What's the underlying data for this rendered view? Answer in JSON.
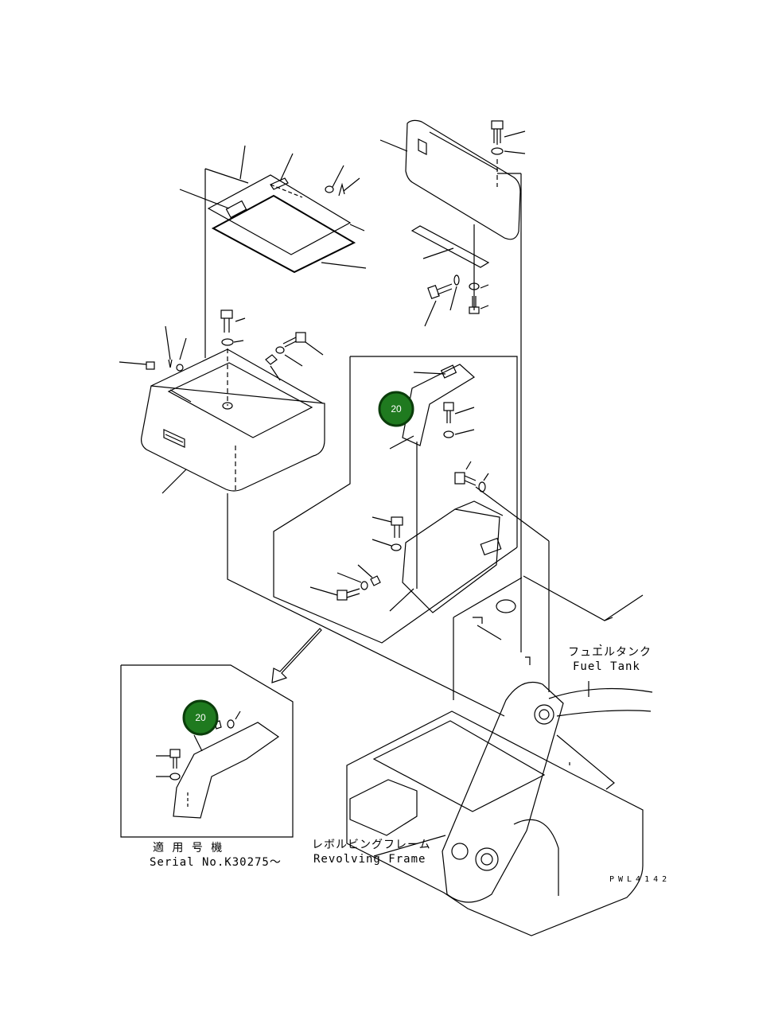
{
  "labels": {
    "fuel_tank_jp": "フュエルタンク",
    "fuel_tank_en": "Fuel Tank",
    "revolving_frame_jp": "レボルビングフレーム",
    "revolving_frame_en": "Revolving Frame",
    "serial_jp": "適 用 号 機",
    "serial_en": "Serial No.K30275～",
    "drawing_code": "PWL4142"
  },
  "callouts": [
    {
      "id": "callout-main",
      "number": "20"
    },
    {
      "id": "callout-inset",
      "number": "20"
    }
  ],
  "colors": {
    "line": "#000000",
    "callout_fill": "#1f7a1f",
    "callout_ring": "#0b3d0b",
    "callout_text": "#ffffff"
  }
}
